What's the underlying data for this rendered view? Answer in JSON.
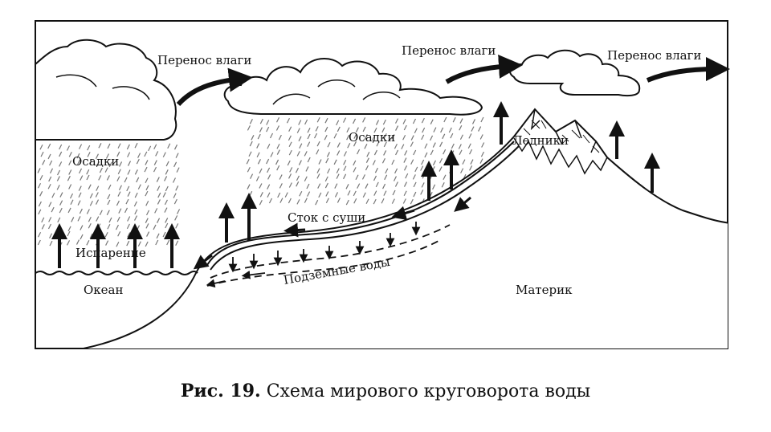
{
  "labels": {
    "transfer_1": "Перенос влаги",
    "transfer_2": "Перенос влаги",
    "transfer_3": "Перенос влаги",
    "precip_left": "Осадки",
    "precip_center": "Осадки",
    "glaciers": "Ледники",
    "runoff": "Сток с суши",
    "evaporation": "Испарение",
    "groundwater": "Подземные воды",
    "ocean": "Океан",
    "mainland": "Материк"
  },
  "caption": {
    "prefix": "Рис. 19.",
    "text": " Схема мирового круговорота воды"
  }
}
